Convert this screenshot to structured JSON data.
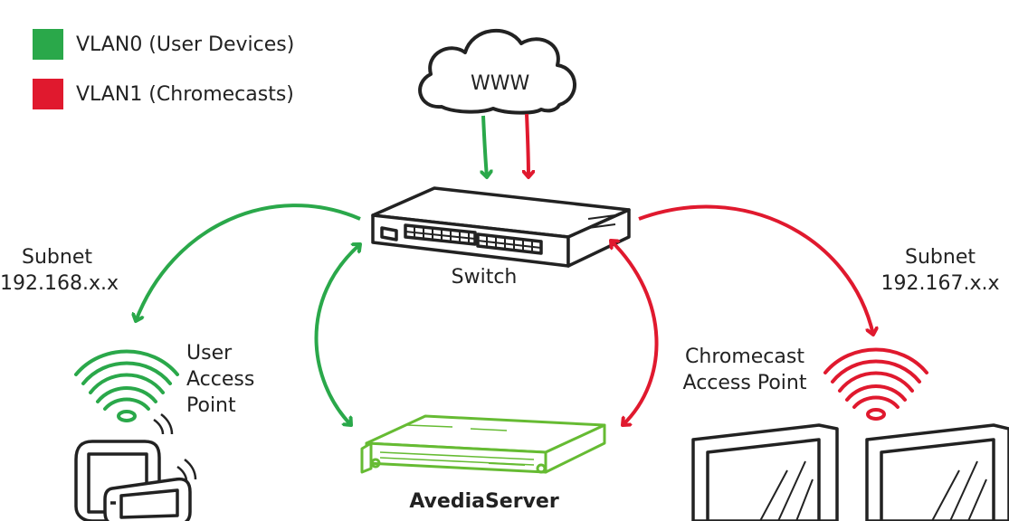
{
  "legend": [
    {
      "label": "VLAN0 (User Devices)",
      "color": "#2aa84a"
    },
    {
      "label": "VLAN1 (Chromecasts)",
      "color": "#e0192e"
    }
  ],
  "colors": {
    "green": "#2aa84a",
    "red": "#e0192e",
    "server_green": "#66bb33",
    "ink": "#222222"
  },
  "cloud": {
    "label": "WWW"
  },
  "switch": {
    "label": "Switch"
  },
  "left_subnet": {
    "line1": "Subnet",
    "line2": "192.168.x.x"
  },
  "right_subnet": {
    "line1": "Subnet",
    "line2": "192.167.x.x"
  },
  "user_ap": {
    "line1": "User",
    "line2": "Access",
    "line3": "Point"
  },
  "chromecast_ap": {
    "line1": "Chromecast",
    "line2": "Access Point"
  },
  "server": {
    "label": "AvediaServer"
  }
}
